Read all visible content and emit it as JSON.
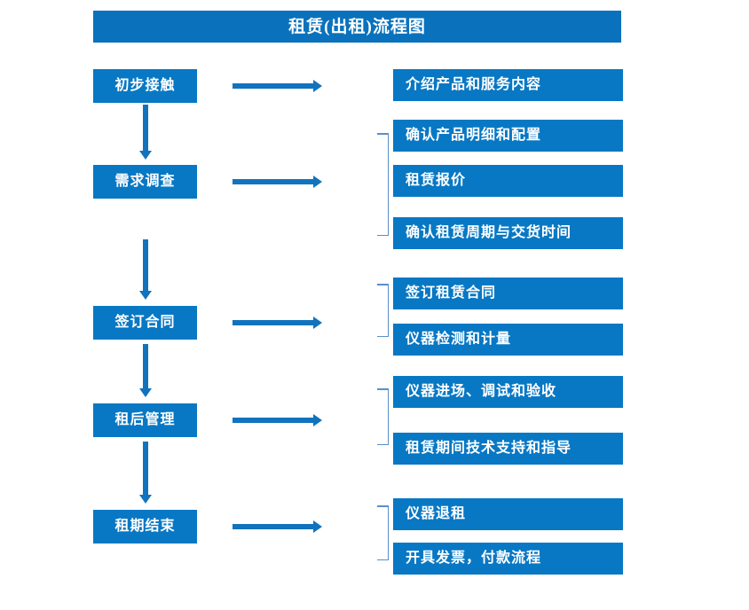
{
  "header": {
    "title": "租赁(出租)流程图"
  },
  "colors": {
    "box_blue": "#0878c4",
    "title_blue": "#0a72bd",
    "arrow_blue": "#1173bd",
    "bracket_blue": "#5b8fc9",
    "text_white": "#ffffff",
    "background": "#ffffff"
  },
  "stages": [
    {
      "label": "初步接触"
    },
    {
      "label": "需求调查"
    },
    {
      "label": "签订合同"
    },
    {
      "label": "租后管理"
    },
    {
      "label": "租期结束"
    }
  ],
  "details": [
    {
      "label": "介绍产品和服务内容"
    },
    {
      "label": "确认产品明细和配置"
    },
    {
      "label": "租赁报价"
    },
    {
      "label": "确认租赁周期与交货时间"
    },
    {
      "label": "签订租赁合同"
    },
    {
      "label": "仪器检测和计量"
    },
    {
      "label": "仪器进场、调试和验收"
    },
    {
      "label": "租赁期间技术支持和指导"
    },
    {
      "label": "仪器退租"
    },
    {
      "label": "开具发票，付款流程"
    }
  ]
}
